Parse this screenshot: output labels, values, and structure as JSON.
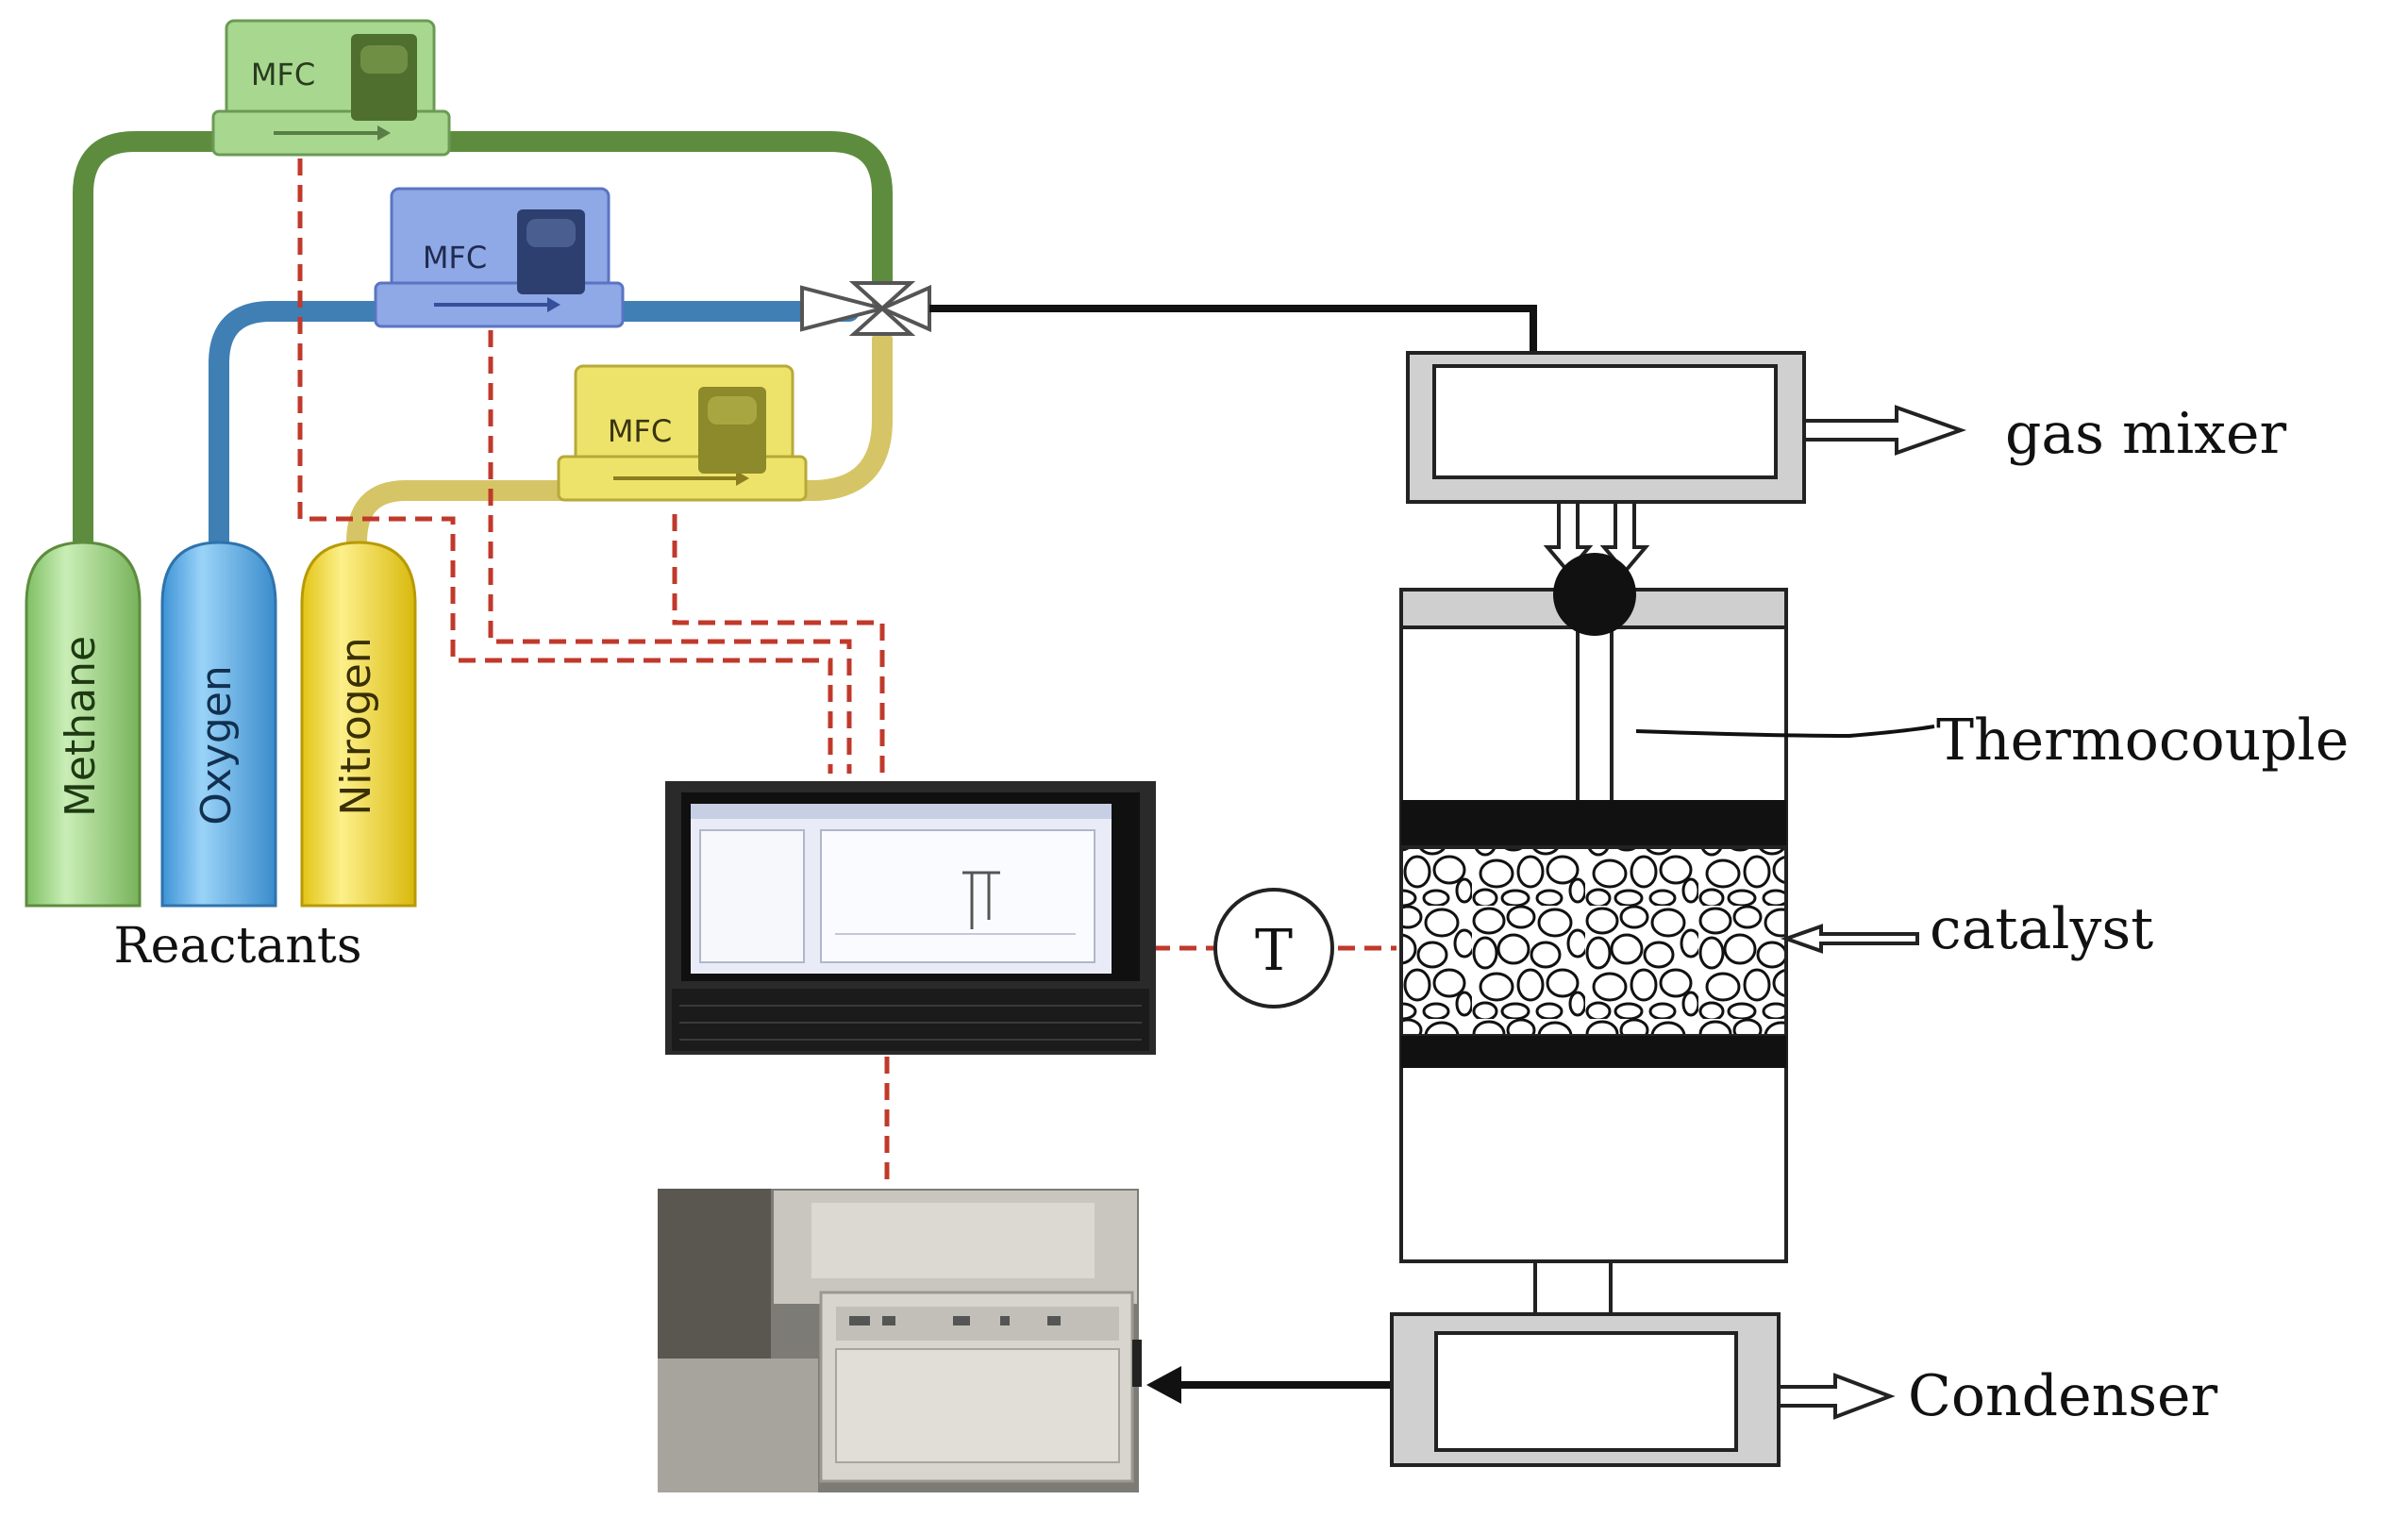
{
  "cylinders": [
    {
      "label": "Methane",
      "color": "#9fd08a"
    },
    {
      "label": "Oxygen",
      "color": "#5bb0ea"
    },
    {
      "label": "Nitrogen",
      "color": "#f0d93a"
    }
  ],
  "reactants_label": "Reactants",
  "mfc_label": "MFC",
  "colors": {
    "methane_line": "#5e8c3e",
    "oxygen_line": "#3f7fb4",
    "nitrogen_line": "#d6c566",
    "signal_line": "#c0392b",
    "mfc_green": "#a8d890",
    "mfc_blue": "#8fa8e6",
    "mfc_yellow": "#eee36a"
  },
  "labels": {
    "gas_mixer": "gas mixer",
    "thermocouple": "Thermocouple",
    "catalyst": "catalyst",
    "condenser": "Condenser",
    "temperature": "T"
  }
}
